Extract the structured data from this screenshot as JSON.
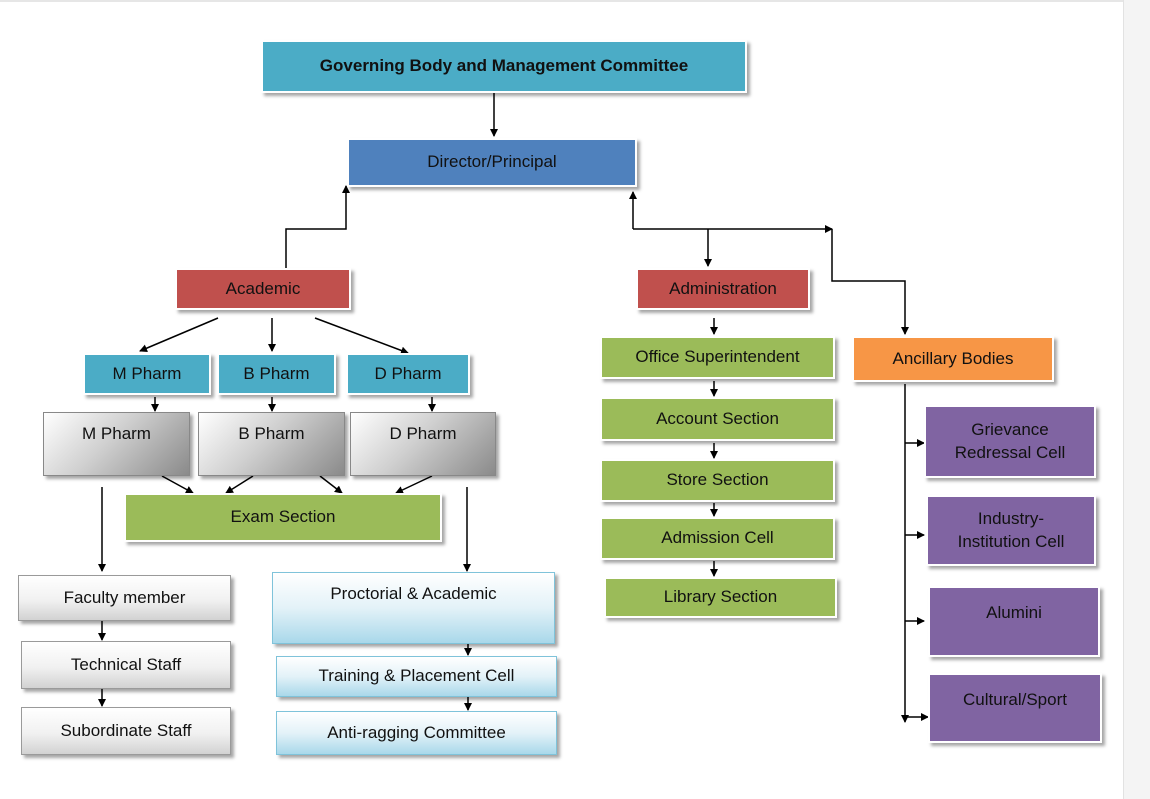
{
  "nodes": {
    "governing": "Governing Body and Management Committee",
    "director": "Director/Principal",
    "academic": "Academic",
    "administration": "Administration",
    "ancillary": "Ancillary Bodies",
    "mpharm_dept": "M Pharm",
    "bpharm_dept": "B Pharm",
    "dpharm_dept": "D Pharm",
    "mpharm_course": "M Pharm",
    "bpharm_course": "B Pharm",
    "dpharm_course": "D Pharm",
    "exam_section": "Exam Section",
    "faculty_member": "Faculty member",
    "technical_staff": "Technical Staff",
    "subordinate_staff": "Subordinate Staff",
    "proctorial": "Proctorial & Academic",
    "training": "Training & Placement Cell",
    "antiragging": "Anti-ragging Committee",
    "office_superintendent": "Office Superintendent",
    "account_section": "Account Section",
    "store_section": "Store Section",
    "admission_cell": "Admission Cell",
    "library_section": "Library Section",
    "grievance_line1": "Grievance",
    "grievance_line2": "Redressal Cell",
    "industry_line1": "Industry-",
    "industry_line2": "Institution Cell",
    "alumini": "Alumini",
    "cultural": "Cultural/Sport"
  }
}
